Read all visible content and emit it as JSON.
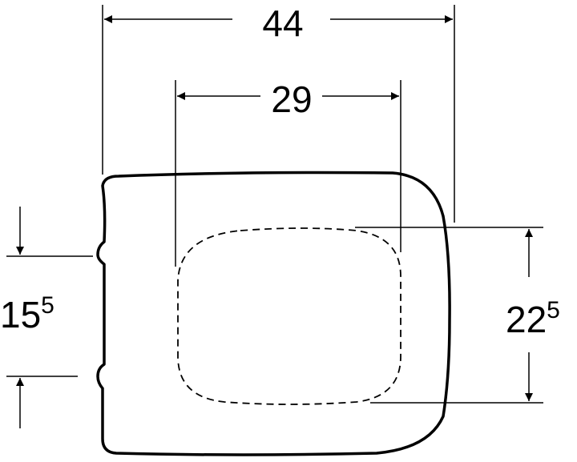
{
  "diagram": {
    "subject": "toilet seat top view, dimensioned drawing",
    "colors": {
      "line": "#000000",
      "background": "#ffffff"
    },
    "dimensions": {
      "overall_width": {
        "value": "44"
      },
      "inner_width": {
        "value": "29"
      },
      "hinge_spacing": {
        "main": "15",
        "sup": "5"
      },
      "inner_depth": {
        "main": "22",
        "sup": "5"
      }
    }
  }
}
